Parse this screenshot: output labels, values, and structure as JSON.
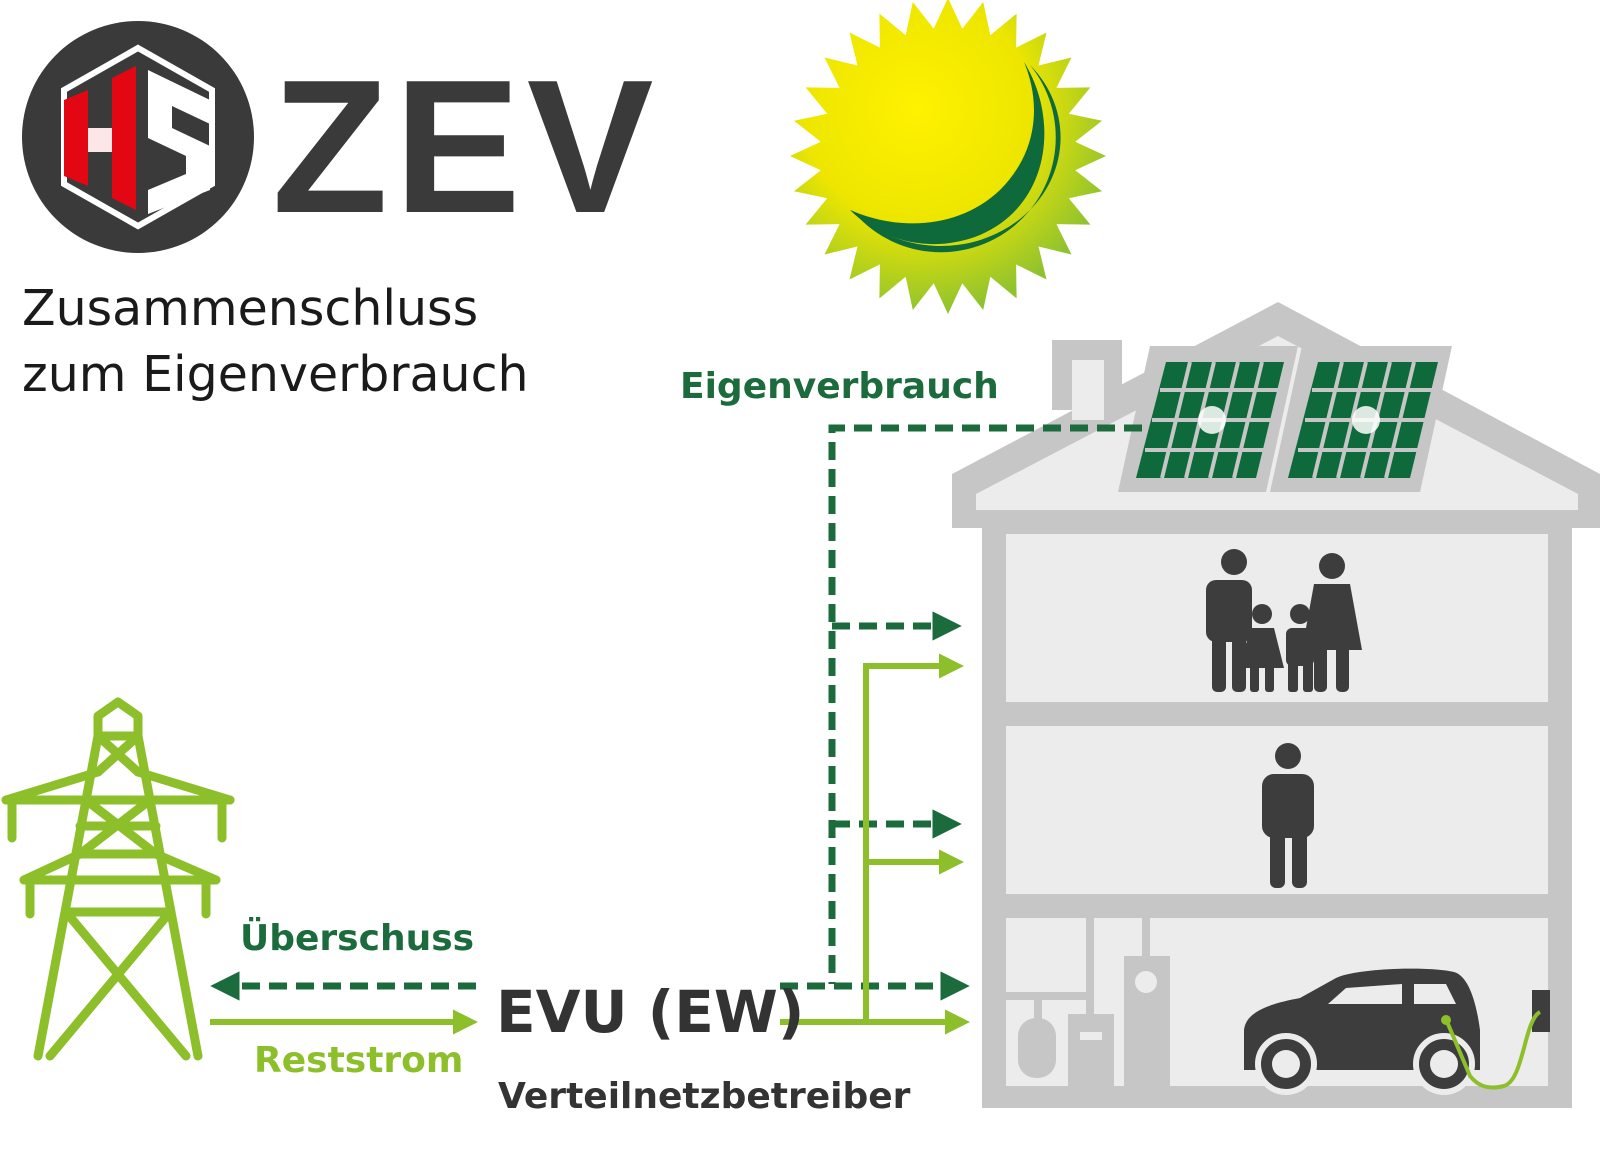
{
  "logo": {
    "mark_letters": "HS",
    "wordmark": "ZEV"
  },
  "subtitle": {
    "line1": "Zusammenschluss",
    "line2": "zum Eigenverbrauch"
  },
  "flows": {
    "self_consumption": "Eigenverbrauch",
    "surplus": "Überschuss",
    "residual": "Reststrom"
  },
  "utility": {
    "name": "EVU (EW)",
    "role": "Verteilnetzbetreiber"
  },
  "colors": {
    "dark_green": "#1b6b3c",
    "light_green": "#8dbf2b",
    "house_gray": "#c6c6c6",
    "house_fill": "#ececec",
    "icon_dark": "#3d3d3d",
    "logo_red": "#e30613",
    "sun_yellow": "#f7e400"
  },
  "icons": [
    "hs-logo-icon",
    "sun-icon",
    "solar-panel-icon",
    "family-icon",
    "person-icon",
    "car-icon",
    "charger-icon",
    "power-pylon-icon",
    "heat-pump-icon"
  ]
}
